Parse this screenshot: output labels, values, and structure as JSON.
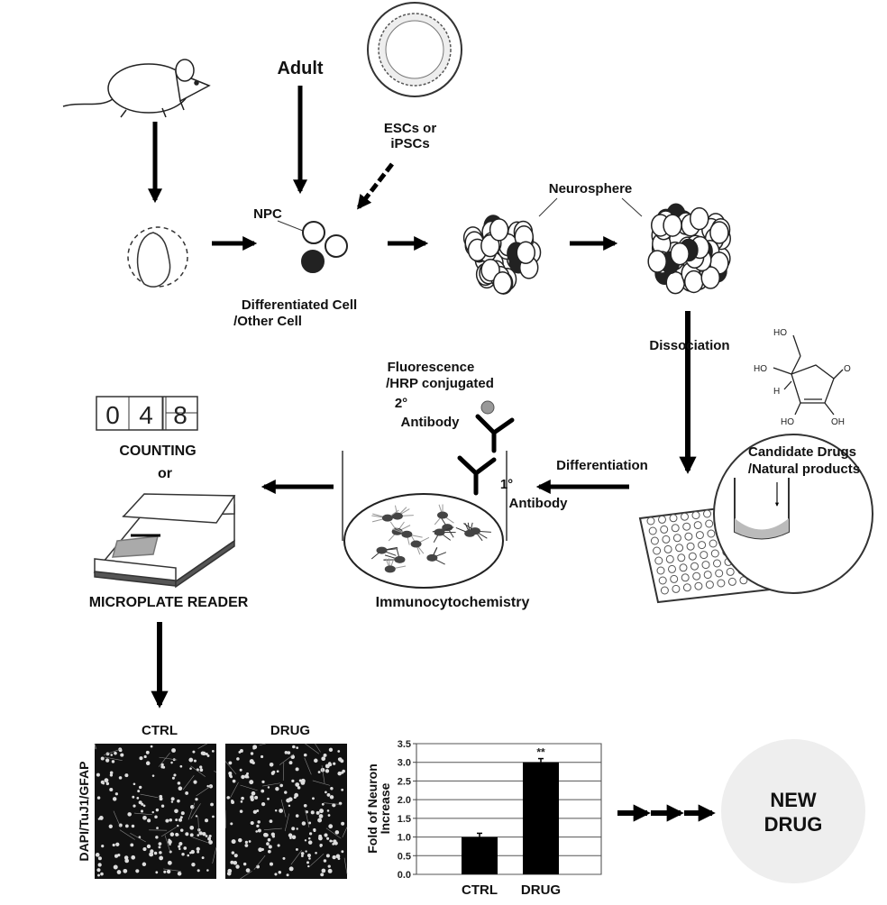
{
  "labels": {
    "adult": "Adult",
    "escs_line1": "ESCs or",
    "escs_line2": "iPSCs",
    "npc": "NPC",
    "diff_cell_line1": "Differentiated Cell",
    "diff_cell_line2": "/Other Cell",
    "neurosphere": "Neurosphere",
    "dissociation": "Dissociation",
    "candidate_line1": "Candidate Drugs",
    "candidate_line2": "/Natural products",
    "differentiation": "Differentiation",
    "fluor_line1": "Fluorescence",
    "fluor_line2": "/HRP conjugated",
    "ab2_line1": "2°",
    "ab2_line2": "Antibody",
    "ab1_line1": "1°",
    "ab1_line2": "Antibody",
    "immuno": "Immunocytochemistry",
    "counting": "COUNTING",
    "or": "or",
    "reader": "MICROPLATE READER",
    "ctrl_img": "CTRL",
    "drug_img": "DRUG",
    "stain": "DAPI/TuJ1/GFAP",
    "new_drug_line1": "NEW",
    "new_drug_line2": "DRUG"
  },
  "counter_digits": [
    "0",
    "4",
    "8"
  ],
  "chemical": {
    "ho1": "HO",
    "ho2": "HO",
    "h": "H",
    "o": "O",
    "ho3": "HO",
    "oh": "OH"
  },
  "chart_data": {
    "type": "bar",
    "categories": [
      "CTRL",
      "DRUG"
    ],
    "values": [
      1.0,
      3.0
    ],
    "errors": [
      0.1,
      0.1
    ],
    "annotations": [
      "",
      "**"
    ],
    "ylabel": "Fold of Neuron Increase",
    "ylim": [
      0,
      3.5
    ],
    "yticks": [
      "0.0",
      "0.5",
      "1.0",
      "1.5",
      "2.0",
      "2.5",
      "3.0",
      "3.5"
    ],
    "grid": true
  }
}
